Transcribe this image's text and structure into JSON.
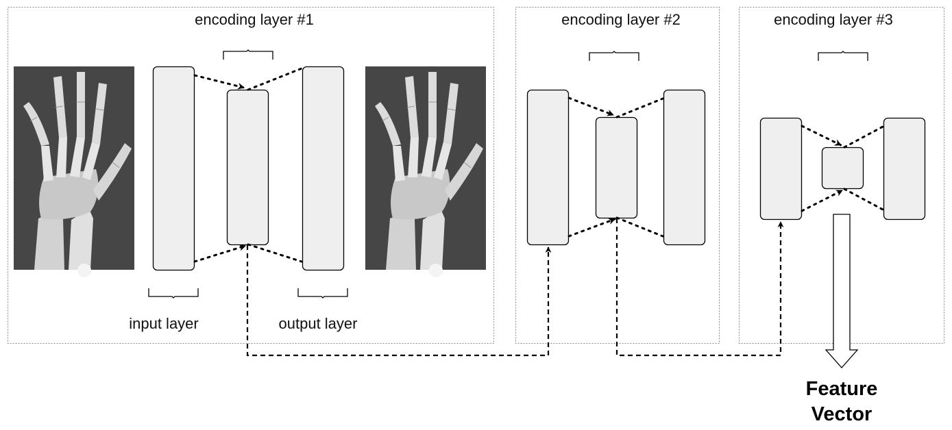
{
  "labels": {
    "layer1_title": "encoding layer #1",
    "layer2_title": "encoding layer #2",
    "layer3_title": "encoding layer #3",
    "input_layer": "input layer",
    "output_layer": "output layer",
    "feature_line1": "Feature",
    "feature_line2": "Vector"
  },
  "icons": {
    "input_image": "hand-xray-icon",
    "output_image": "hand-xray-icon"
  },
  "colors": {
    "box_fill": "#efefef",
    "stroke": "#000000",
    "frame": "#888888",
    "xray_background": "#4d4d4d"
  }
}
